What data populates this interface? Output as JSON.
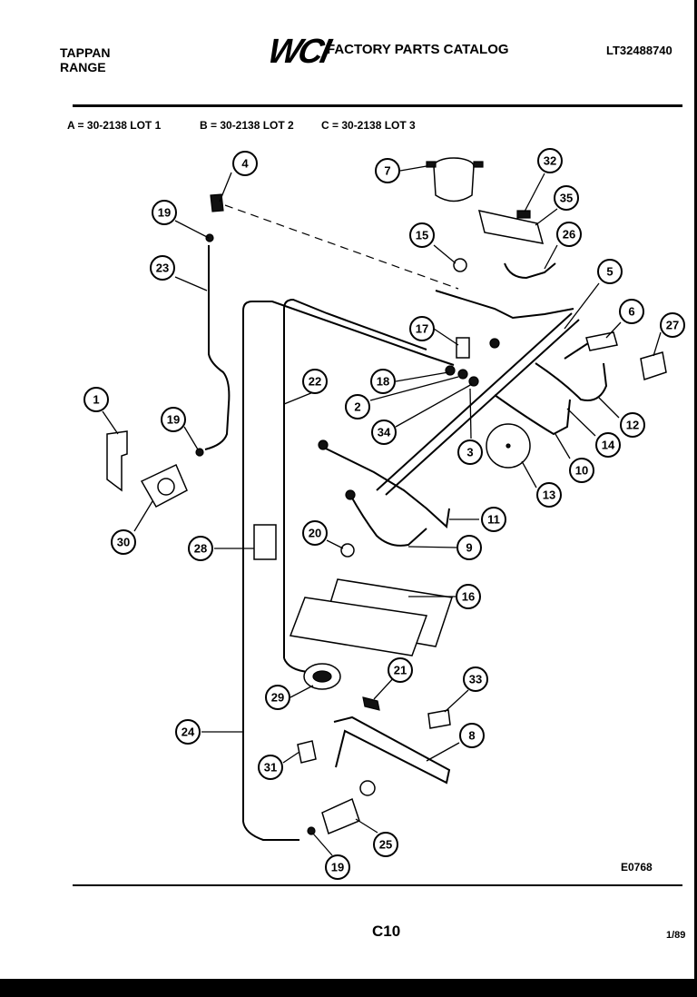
{
  "header": {
    "left_line1": "TAPPAN",
    "left_line2": "RANGE",
    "brand": "WCI",
    "catalog_title": "FACTORY PARTS CATALOG",
    "model_number": "LT32488740"
  },
  "lots": {
    "a": "A = 30-2138 LOT 1",
    "b": "B = 30-2138 LOT 2",
    "c": "C = 30-2138 LOT 3"
  },
  "callouts": {
    "c1": "1",
    "c2": "2",
    "c3": "3",
    "c4": "4",
    "c5": "5",
    "c6": "6",
    "c7": "7",
    "c8": "8",
    "c9": "9",
    "c10": "10",
    "c11": "11",
    "c12": "12",
    "c13": "13",
    "c14": "14",
    "c15": "15",
    "c16": "16",
    "c17": "17",
    "c18": "18",
    "c19a": "19",
    "c19b": "19",
    "c19c": "19",
    "c20": "20",
    "c21": "21",
    "c22": "22",
    "c23": "23",
    "c24": "24",
    "c25": "25",
    "c26": "26",
    "c27": "27",
    "c28": "28",
    "c29": "29",
    "c30": "30",
    "c31": "31",
    "c32": "32",
    "c33": "33",
    "c34": "34",
    "c35": "35"
  },
  "footer": {
    "diagram_code": "E0768",
    "page_number": "C10",
    "date": "1/89"
  }
}
